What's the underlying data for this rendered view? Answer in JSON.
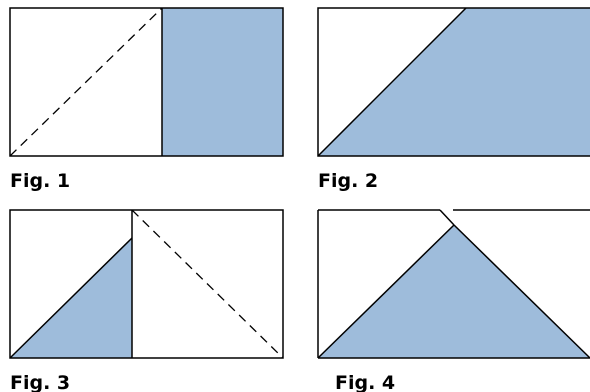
{
  "colors": {
    "fill": "#9ebcdb",
    "stroke": "#000000",
    "background": "#ffffff"
  },
  "figures": [
    {
      "label": "Fig. 1"
    },
    {
      "label": "Fig. 2"
    },
    {
      "label": "Fig. 3"
    },
    {
      "label": "Fig. 4"
    }
  ]
}
